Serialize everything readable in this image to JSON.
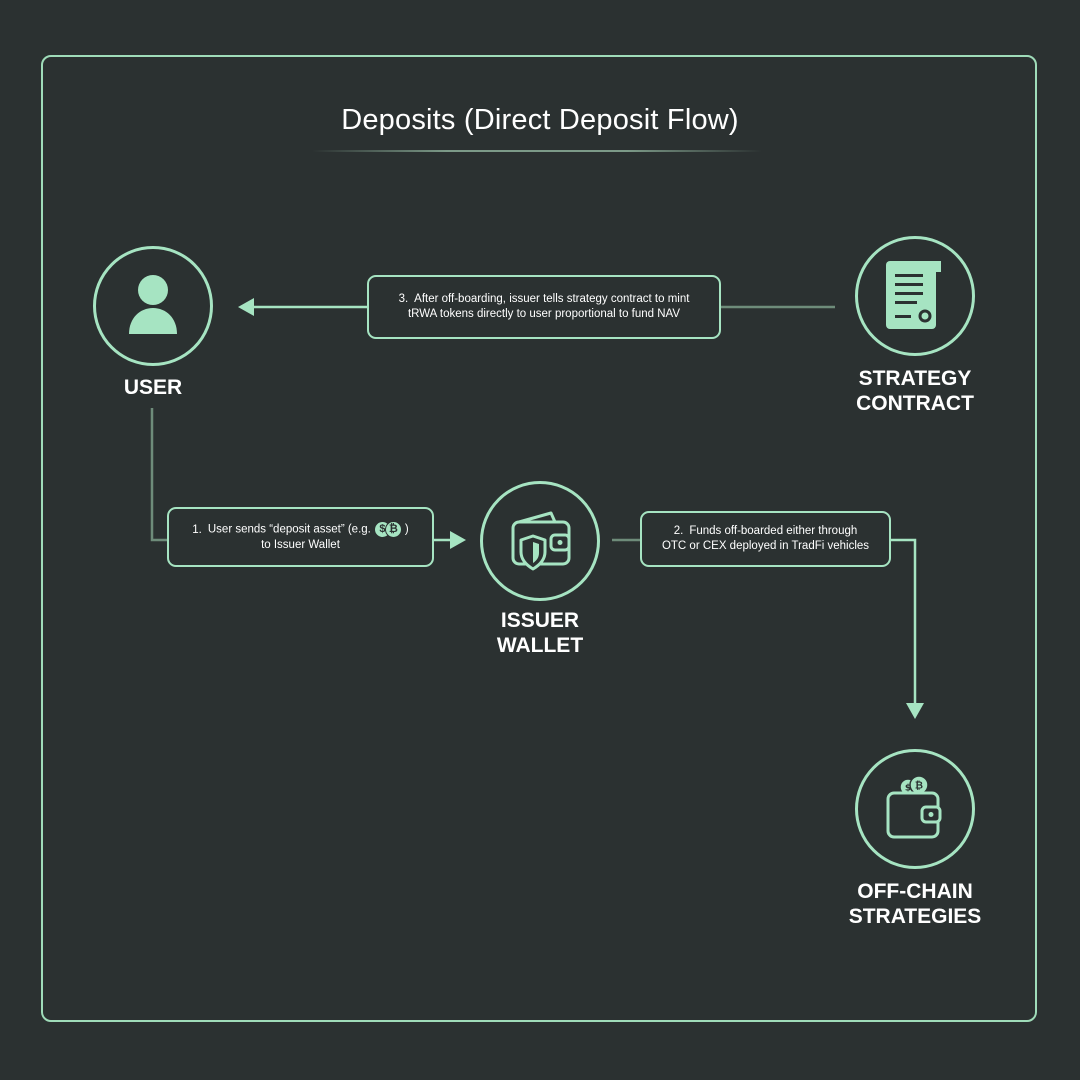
{
  "title": "Deposits (Direct Deposit Flow)",
  "nodes": {
    "user": {
      "label": "USER",
      "icon": "user-icon"
    },
    "strategy_contract": {
      "label": "STRATEGY\nCONTRACT",
      "icon": "contract-document-icon"
    },
    "issuer_wallet": {
      "label": "ISSUER\nWALLET",
      "icon": "shield-wallet-icon"
    },
    "off_chain_strategies": {
      "label": "OFF-CHAIN\nSTRATEGIES",
      "icon": "wallet-coins-icon"
    }
  },
  "steps": {
    "step1": {
      "number": "1.",
      "text_before": "User sends “deposit asset” (e.g.",
      "text_after": ")",
      "line2": "to Issuer Wallet",
      "coins": [
        "$",
        "₿"
      ]
    },
    "step2": {
      "number": "2.",
      "line1": "Funds off-boarded either through",
      "line2": "OTC or CEX deployed in TradFi vehicles"
    },
    "step3": {
      "number": "3.",
      "line1": "After off-boarding, issuer tells strategy contract to mint",
      "line2": "tRWA tokens directly to user proportional to fund NAV"
    }
  },
  "colors": {
    "background": "#2b3131",
    "accent": "#a6e4c2",
    "connector": "#6e8c7a",
    "text": "#ffffff"
  }
}
